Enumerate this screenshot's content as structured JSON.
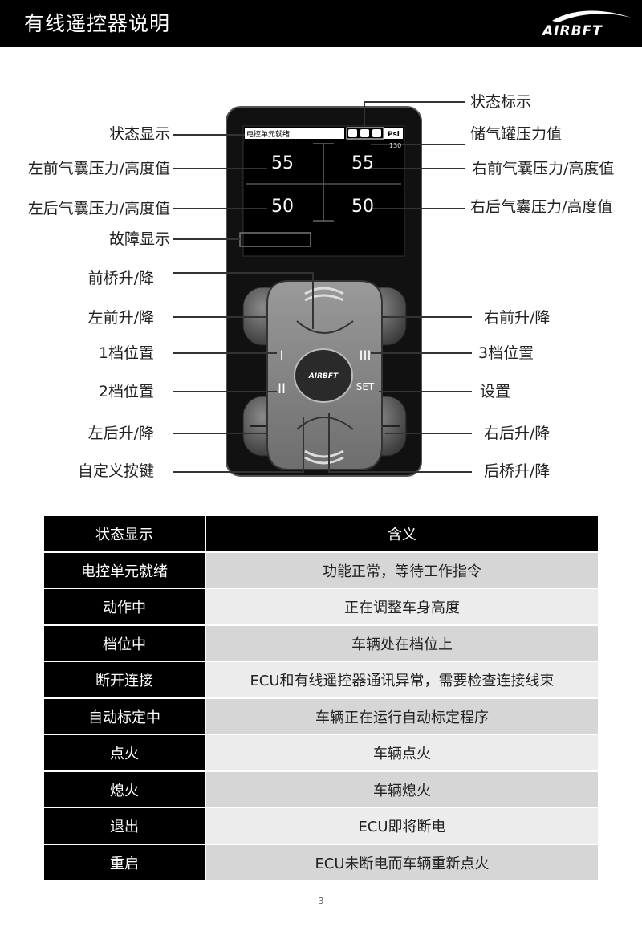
{
  "header": {
    "title": "有线遥控器说明",
    "logo": "AIRBFT"
  },
  "device": {
    "screen": {
      "status_text": "电控单元就绪",
      "unit": "Psi",
      "tank_value": "130",
      "fl": "55",
      "fr": "55",
      "rl": "50",
      "rr": "50"
    },
    "keys": {
      "pos1": "I",
      "pos2": "II",
      "pos3": "III",
      "set": "SET",
      "logo": "AIRBFT"
    }
  },
  "callouts": {
    "status_indicator": "状态标示",
    "status_display": "状态显示",
    "tank_pressure": "储气罐压力值",
    "fl_value": "左前气囊压力/高度值",
    "fr_value": "右前气囊压力/高度值",
    "rl_value": "左后气囊压力/高度值",
    "rr_value": "右后气囊压力/高度值",
    "fault_display": "故障显示",
    "front_axle": "前桥升/降",
    "fl_updown": "左前升/降",
    "fr_updown": "右前升/降",
    "pos1": "1档位置",
    "pos3": "3档位置",
    "pos2": "2档位置",
    "settings": "设置",
    "rl_updown": "左后升/降",
    "rr_updown": "右后升/降",
    "custom_key": "自定义按键",
    "rear_axle": "后桥升/降"
  },
  "table": {
    "headers": [
      "状态显示",
      "含义"
    ],
    "rows": [
      [
        "电控单元就绪",
        "功能正常，等待工作指令"
      ],
      [
        "动作中",
        "正在调整车身高度"
      ],
      [
        "档位中",
        "车辆处在档位上"
      ],
      [
        "断开连接",
        "ECU和有线遥控器通讯异常，需要检查连接线束"
      ],
      [
        "自动标定中",
        "车辆正在运行自动标定程序"
      ],
      [
        "点火",
        "车辆点火"
      ],
      [
        "熄火",
        "车辆熄火"
      ],
      [
        "退出",
        "ECU即将断电"
      ],
      [
        "重启",
        "ECU未断电而车辆重新点火"
      ]
    ]
  },
  "page_number": "3",
  "colors": {
    "header_bg": "#000000",
    "row_odd": "#d6d6d6",
    "row_even": "#ececec"
  }
}
